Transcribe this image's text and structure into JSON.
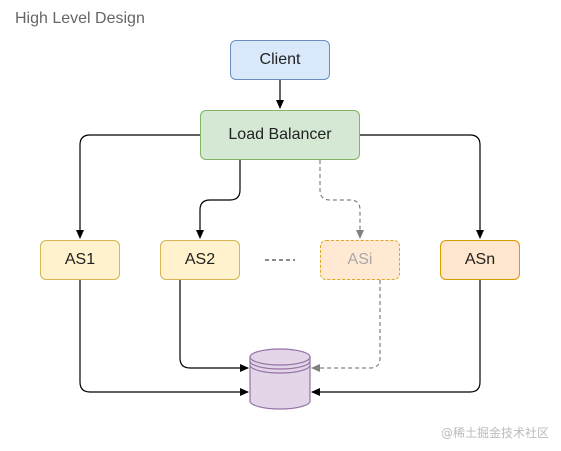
{
  "title": "High Level Design",
  "nodes": {
    "client": "Client",
    "load_balancer": "Load Balancer",
    "as1": "AS1",
    "as2": "AS2",
    "asi": "ASi",
    "asn": "ASn"
  },
  "colors": {
    "client_fill": "#dae8fc",
    "client_stroke": "#6c8ebf",
    "lb_fill": "#d5e8d4",
    "lb_stroke": "#82b366",
    "as_fill": "#fff2cc",
    "as_stroke": "#d6b656",
    "asn_fill": "#ffe6cc",
    "asn_stroke": "#d79b00",
    "db_fill": "#e1d5e7",
    "db_stroke": "#9673a6"
  },
  "watermark": "@稀土掘金技术社区"
}
